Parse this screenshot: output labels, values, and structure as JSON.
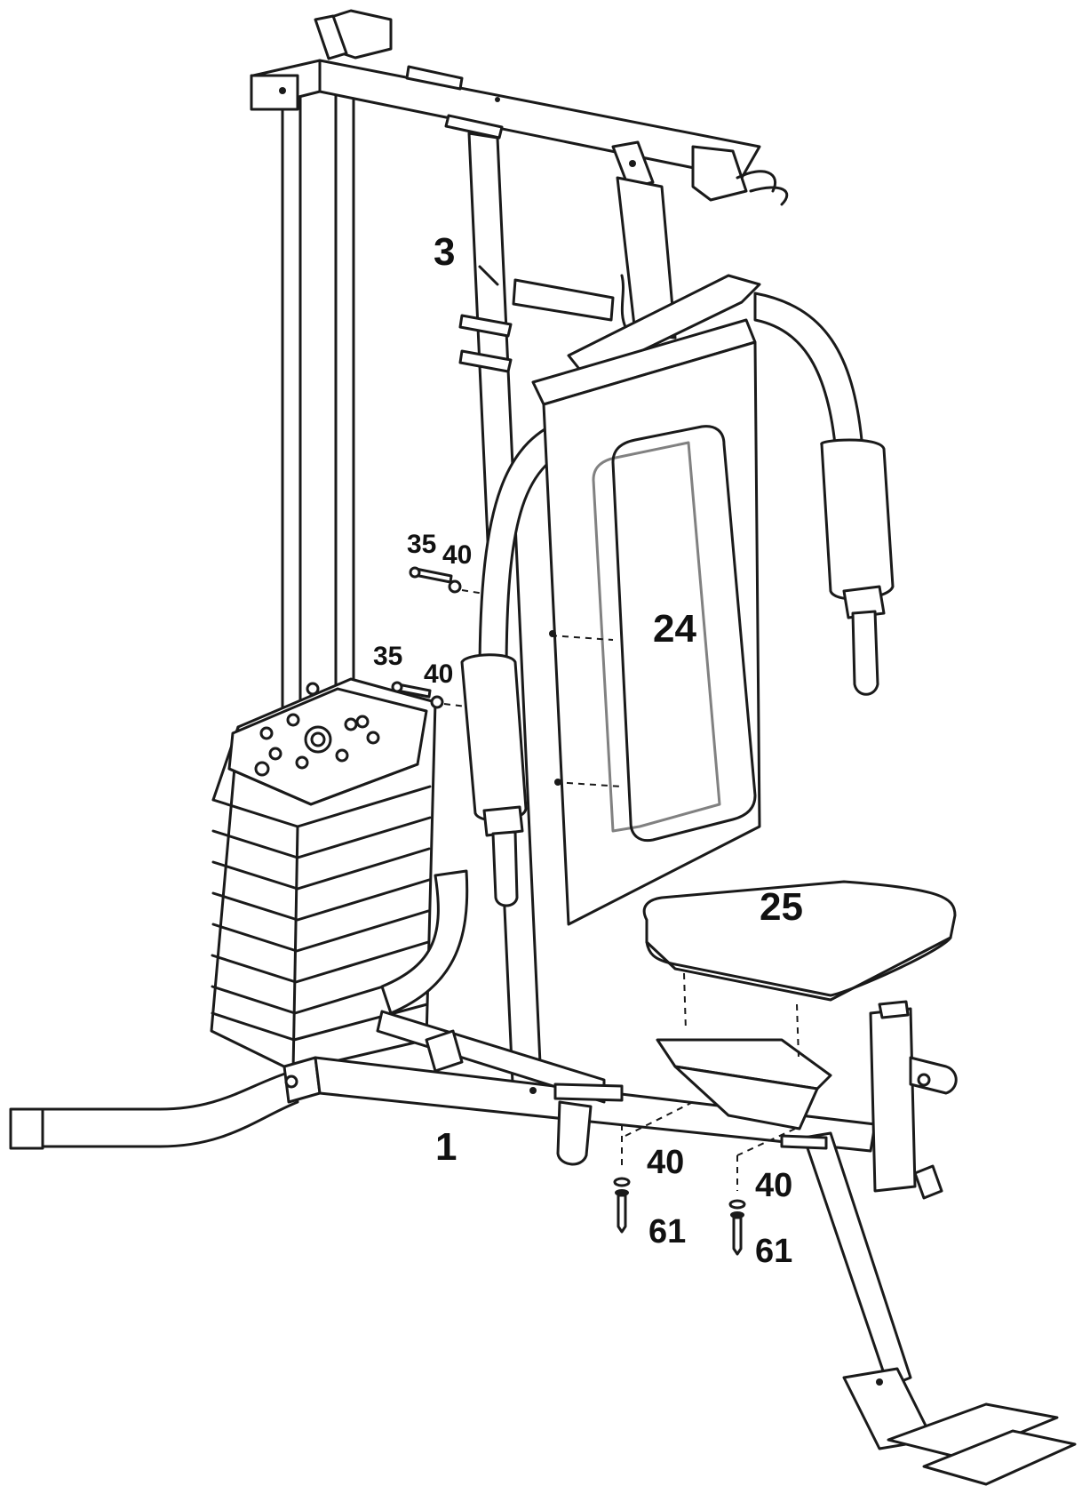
{
  "diagram": {
    "labels": {
      "frame_part": "3",
      "back_pad": "24",
      "seat_pad": "25",
      "base_frame": "1",
      "upper_bolt": "35",
      "upper_washer": "40",
      "lower_bolt": "35",
      "lower_washer": "40",
      "seat_washer_left": "40",
      "seat_bolt_left": "61",
      "seat_washer_right": "40",
      "seat_bolt_right": "61"
    }
  }
}
